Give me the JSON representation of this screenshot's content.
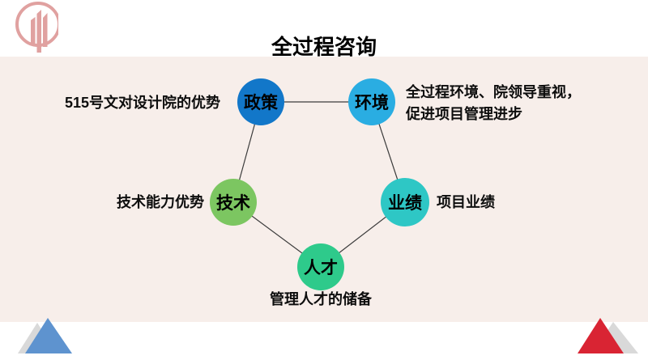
{
  "slide": {
    "title": "全过程咨询",
    "logo": {
      "color": "#e0a1a0"
    },
    "background": {
      "band_color": "#f7eeea",
      "page_color": "#ffffff"
    },
    "diagram": {
      "line_color": "#3c3c3c",
      "nodes": [
        {
          "id": "policy",
          "label": "政策",
          "color": "#1277c9",
          "annotation": "515号文对设计院的优势"
        },
        {
          "id": "environment",
          "label": "环境",
          "color": "#2aade2",
          "annotation_line1": "全过程环境、院领导重视，",
          "annotation_line2": "促进项目管理进步"
        },
        {
          "id": "technology",
          "label": "技术",
          "color": "#7cc661",
          "annotation": "技术能力优势"
        },
        {
          "id": "performance",
          "label": "业绩",
          "color": "#2ec7c5",
          "annotation": "项目业绩"
        },
        {
          "id": "talent",
          "label": "人才",
          "color": "#2eca8b",
          "annotation": "管理人才的储备"
        }
      ],
      "connections": [
        [
          "policy",
          "environment"
        ],
        [
          "policy",
          "technology"
        ],
        [
          "environment",
          "performance"
        ],
        [
          "technology",
          "talent"
        ],
        [
          "performance",
          "talent"
        ]
      ]
    },
    "decorations": {
      "left_triangle_color": "#5e93cf",
      "right_triangle_color": "#d92433",
      "shadow_triangle_color": "#d9d9d9"
    }
  }
}
